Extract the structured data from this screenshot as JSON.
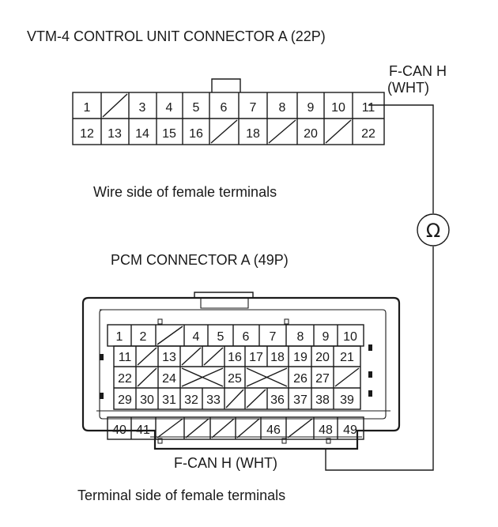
{
  "connector_a": {
    "title": "VTM-4 CONTROL UNIT CONNECTOR A (22P)",
    "caption": "Wire side of female terminals",
    "wire_label_1": "F-CAN H",
    "wire_label_2": "(WHT)",
    "row1": [
      "1",
      "",
      "3",
      "4",
      "5",
      "6",
      "7",
      "8",
      "9",
      "10",
      "11"
    ],
    "row2": [
      "12",
      "13",
      "14",
      "15",
      "16",
      "",
      "18",
      "",
      "20",
      "",
      "22"
    ]
  },
  "meter": {
    "symbol": "Ω",
    "icon": "ohmmeter-icon"
  },
  "pcm_connector": {
    "title": "PCM CONNECTOR A (49P)",
    "caption": "Terminal side of female terminals",
    "wire_label": "F-CAN H (WHT)",
    "rows": [
      [
        "1",
        "2",
        "",
        "4",
        "5",
        "6",
        "7",
        "8",
        "9",
        "10"
      ],
      [
        "11",
        "",
        "13",
        "",
        "",
        "16",
        "17",
        "18",
        "19",
        "20",
        "21"
      ],
      [
        "22",
        "",
        "24",
        "",
        "",
        "25",
        "",
        "",
        "26",
        "27",
        ""
      ],
      [
        "29",
        "30",
        "31",
        "32",
        "33",
        "",
        "",
        "36",
        "37",
        "38",
        "39"
      ],
      [
        "40",
        "41",
        "",
        "",
        "",
        "",
        "46",
        "",
        "48",
        "49"
      ]
    ]
  }
}
